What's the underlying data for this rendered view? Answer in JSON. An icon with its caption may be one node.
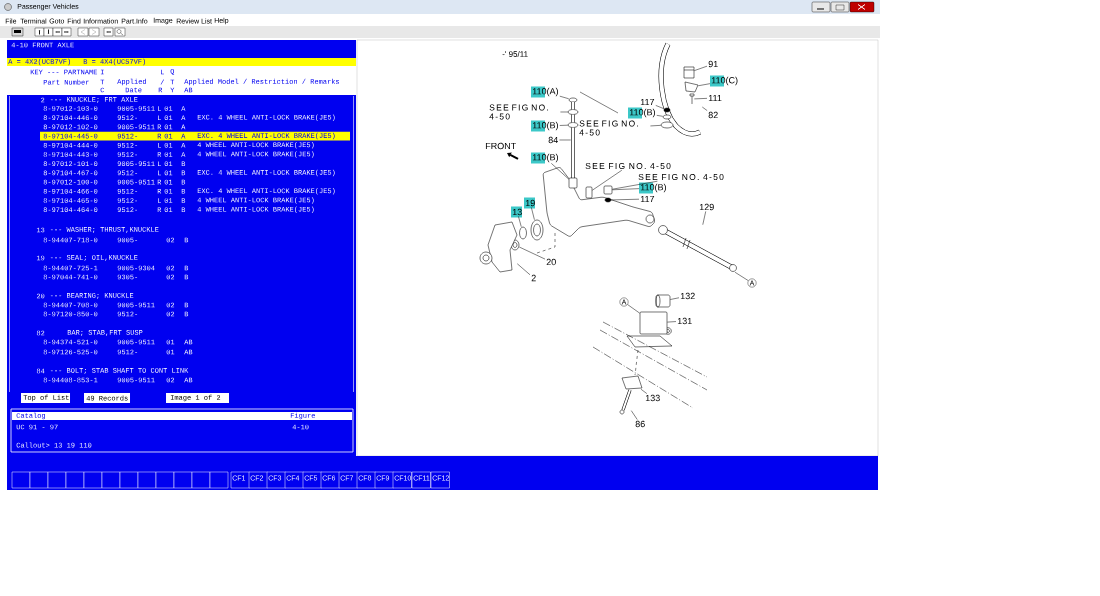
{
  "diagram": {
    "nodes": [
      {
        "text": [
          "91"
        ]
      },
      {
        "text": [
          "110(C)"
        ]
      },
      {
        "text": [
          "110(A)"
        ]
      },
      {
        "text": [
          "111"
        ]
      },
      {
        "text": [
          "117"
        ]
      },
      {
        "text": [
          "SEE FIG NO. 4-50"
        ]
      },
      {
        "text": [
          "110(B)"
        ]
      },
      {
        "text": [
          "82"
        ]
      },
      {
        "text": [
          "110(B)"
        ]
      },
      {
        "text": [
          "SEE FIG NO. 4-50"
        ]
      },
      {
        "text": [
          "84"
        ]
      },
      {
        "text": [
          "110(B)"
        ]
      },
      {
        "text": [
          "SEE FIG NO. 4-50"
        ]
      },
      {
        "text": [
          "SEE FIG NO. 4-50"
        ]
      },
      {
        "text": [
          "110(B)"
        ]
      },
      {
        "text": [
          "117"
        ]
      },
      {
        "text": [
          "19"
        ]
      },
      {
        "text": [
          "13"
        ]
      },
      {
        "text": [
          "129"
        ]
      },
      {
        "text": [
          "20"
        ]
      },
      {
        "text": [
          "A"
        ]
      },
      {
        "text": [
          "2"
        ]
      },
      {
        "text": [
          "132"
        ]
      },
      {
        "text": [
          "A"
        ]
      },
      {
        "text": [
          "131"
        ]
      },
      {
        "text": [
          "133"
        ]
      },
      {
        "text": [
          "86"
        ]
      },
      {
        "text": [],
        "shape": "picture"
      },
      {
        "text": [],
        "shape": "picture",
        "in": 27
      },
      {
        "text": [],
        "shape": "picture",
        "in": 27
      },
      {
        "text": [],
        "shape": "picture",
        "in": 27
      },
      {
        "text": [],
        "shape": "circle",
        "in": 27
      },
      {
        "text": [],
        "shape": "circle",
        "in": 27
      },
      {
        "text": [],
        "shape": "circle",
        "in": 27
      },
      {
        "text": [],
        "shape": "circle"
      },
      {
        "text": [],
        "shape": "circle"
      },
      {
        "text": [],
        "shape": "circle"
      },
      {
        "text": [],
        "shape": "picture"
      },
      {
        "text": [],
        "shape": "box"
      },
      {
        "text": [],
        "shape": "box"
      },
      {
        "text": [],
        "shape": "box"
      },
      {
        "text": [],
        "shape": "circle"
      },
      {
        "text": [],
        "shape": "picture"
      },
      {
        "text": [],
        "shape": "circle"
      },
      {
        "text": [],
        "shape": "picture"
      },
      {
        "text": [],
        "shape": "picture"
      },
      {
        "text": [],
        "shape": "picture"
      },
      {
        "text": [],
        "shape": "picture"
      },
      {
        "text": [],
        "shape": "box"
      },
      {
        "text": [],
        "shape": "picture"
      },
      {
        "text": [],
        "shape": "picture"
      }
    ],
    "edges": [
      {
        "from": 0,
        "to": 28,
        "arrow": "none"
      },
      {
        "from": 1,
        "to": 29,
        "arrow": "none"
      },
      {
        "from": 2,
        "to": 34,
        "arrow": "none"
      },
      {
        "from": 3,
        "to": 30,
        "arrow": "none"
      },
      {
        "from": 4,
        "to": 31,
        "arrow": "none"
      },
      {
        "from": 5,
        "to": 35,
        "arrow": "none"
      },
      {
        "from": 6,
        "to": 32,
        "arrow": "none"
      },
      {
        "from": 7,
        "to": 27,
        "arrow": "none"
      },
      {
        "from": 8,
        "to": 36,
        "arrow": "none"
      },
      {
        "from": 9,
        "to": 33,
        "arrow": "none"
      },
      {
        "from": 10,
        "to": 37,
        "arrow": "none"
      },
      {
        "from": 11,
        "to": 38,
        "arrow": "none"
      },
      {
        "from": 12,
        "to": 39,
        "arrow": "none"
      },
      {
        "from": 13,
        "to": 40,
        "arrow": "none"
      },
      {
        "from": 14,
        "to": 40,
        "arrow": "none"
      },
      {
        "from": 15,
        "to": 41,
        "arrow": "none"
      },
      {
        "from": 16,
        "to": 42,
        "arrow": "none"
      },
      {
        "from": 17,
        "to": 43,
        "arrow": "none"
      },
      {
        "from": 18,
        "to": 44,
        "arrow": "none"
      },
      {
        "from": 19,
        "to": 45,
        "arrow": "none"
      },
      {
        "from": 20,
        "to": 44,
        "arrow": "none"
      },
      {
        "from": 21,
        "to": 46,
        "arrow": "none"
      },
      {
        "from": 22,
        "to": 47,
        "arrow": "none"
      },
      {
        "from": 23,
        "to": 48,
        "arrow": "none"
      },
      {
        "from": 24,
        "to": 48,
        "arrow": "none"
      },
      {
        "from": 25,
        "to": 49,
        "arrow": "none"
      },
      {
        "from": 26,
        "to": 50,
        "arrow": "none"
      }
    ],
    "labels": [
      "Passenger Vehicles",
      "File",
      "Terminal",
      "Goto",
      "Find",
      "Information",
      "Part.Info",
      "Image",
      "Review List",
      "Help",
      "4-10 FRONT AXLE",
      "A = 4X2(UCB7VF)",
      "B = 4X4(UCS7VF)",
      "KEY --- PARTNAME",
      "I",
      "L",
      "Q",
      "Part Number",
      "T",
      "Applied",
      "/",
      "T",
      "Applied Model / Restriction / Remarks",
      "C",
      "Date",
      "R",
      "Y",
      "AB",
      "2",
      "--- KNUCKLE; FRT AXLE",
      "8-97012-103-0",
      "9005-9511",
      "L",
      "01",
      "A",
      "8-97104-446-0",
      "9512-",
      "L",
      "01",
      "A",
      "EXC. 4 WHEEL ANTI-LOCK BRAKE(JE5)",
      "8-97012-102-0",
      "9005-9511",
      "R",
      "01",
      "A",
      "8-97104-445-0",
      "9512-",
      "R",
      "01",
      "A",
      "EXC. 4 WHEEL ANTI-LOCK BRAKE(JE5)",
      "8-97104-444-0",
      "9512-",
      "L",
      "01",
      "A",
      "4 WHEEL ANTI-LOCK BRAKE(JE5)",
      "8-97104-443-0",
      "9512-",
      "R",
      "01",
      "A",
      "4 WHEEL ANTI-LOCK BRAKE(JE5)",
      "8-97012-101-0",
      "9005-9511",
      "L",
      "01",
      "B",
      "8-97104-467-0",
      "9512-",
      "L",
      "01",
      "B",
      "EXC. 4 WHEEL ANTI-LOCK BRAKE(JE5)",
      "8-97012-100-0",
      "9005-9511",
      "R",
      "01",
      "B",
      "8-97104-466-0",
      "9512-",
      "R",
      "01",
      "B",
      "EXC. 4 WHEEL ANTI-LOCK BRAKE(JE5)",
      "8-97104-465-0",
      "9512-",
      "L",
      "01",
      "B",
      "4 WHEEL ANTI-LOCK BRAKE(JE5)",
      "8-97104-464-0",
      "9512-",
      "R",
      "01",
      "B",
      "4 WHEEL ANTI-LOCK BRAKE(JE5)",
      "13",
      "--- WASHER; THRUST,KNUCKLE",
      "8-94407-718-0",
      "9005-",
      "02",
      "B",
      "19",
      "--- SEAL; OIL,KNUCKLE",
      "8-94407-725-1",
      "9005-9304",
      "02",
      "B",
      "8-97044-741-0",
      "9305-",
      "02",
      "B",
      "20",
      "--- BEARING; KNUCKLE",
      "8-94407-708-0",
      "9005-9511",
      "02",
      "B",
      "8-97120-850-0",
      "9512-",
      "02",
      "B",
      "82",
      "BAR; STAB,FRT SUSP",
      "8-94374-521-0",
      "9005-9511",
      "01",
      "AB",
      "8-97126-525-0",
      "9512-",
      "01",
      "AB",
      "84",
      "--- BOLT; STAB SHAFT TO CONT LINK",
      "8-94408-853-1",
      "9005-9511",
      "02",
      "AB",
      "Top of List",
      "49 Records",
      "Image 1 of 2",
      "Catalog",
      "Figure",
      "UC 91 - 97",
      "4-10",
      "Callout> 13 19 110",
      "CF1",
      "CF2",
      "CF3",
      "CF4",
      "CF5",
      "CF6",
      "CF7",
      "CF8",
      "CF9",
      "CF10",
      "CF11",
      "CF12",
      "-' 95/11",
      "FRONT"
    ]
  }
}
